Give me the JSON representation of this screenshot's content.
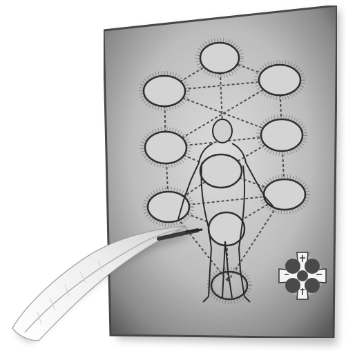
{
  "scene": {
    "subject": "parchment-with-figure-and-quill",
    "colors": {
      "background": "#ffffff",
      "parchment_light": "#d9d9d9",
      "parchment_dark": "#7a7a7a",
      "ink": "#2e2e2e",
      "quill": "#f2f2f2",
      "shadow": "#555555"
    },
    "icons": [
      "quill-icon",
      "tree-of-life-diagram",
      "human-figure",
      "cross-seal-icon"
    ]
  }
}
